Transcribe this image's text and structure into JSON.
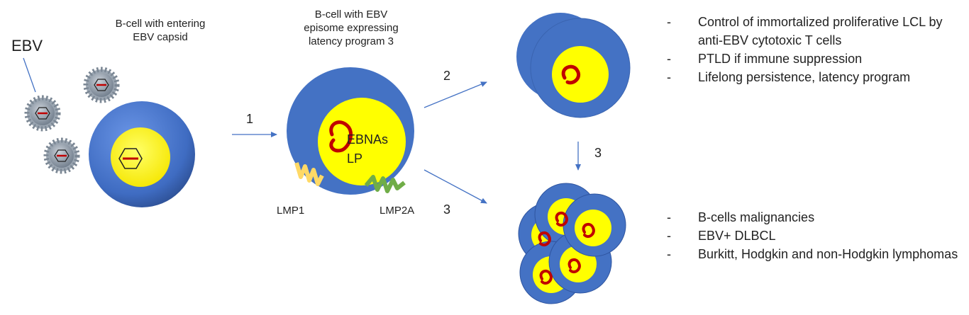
{
  "labels": {
    "ebv": "EBV",
    "cell1_title_line1": "B-cell with entering",
    "cell1_title_line2": "EBV capsid",
    "cell2_title_line1": "B-cell with EBV",
    "cell2_title_line2": "episome expressing",
    "cell2_title_line3": "latency program 3",
    "ebnas": "EBNAs",
    "lp": "LP",
    "lmp1": "LMP1",
    "lmp2a": "LMP2A",
    "arrow1": "1",
    "arrow2": "2",
    "arrow3_lower": "3",
    "arrow3_vertical": "3"
  },
  "outcomes_top": [
    "Control of immortalized proliferative LCL by anti-EBV cytotoxic T cells",
    "PTLD if immune suppression",
    "Lifelong persistence, latency program"
  ],
  "outcomes_bottom": [
    "B-cells malignancies",
    "EBV+ DLBCL",
    "Burkitt, Hodgkin and non-Hodgkin lymphomas"
  ],
  "colors": {
    "cytoplasm": "#4472c4",
    "nucleus": "#ffff00",
    "episome": "#c00000",
    "arrow": "#4472c4",
    "virion": "#8e9aa8",
    "lmp1": "#ffd966",
    "lmp2a": "#70ad47"
  }
}
